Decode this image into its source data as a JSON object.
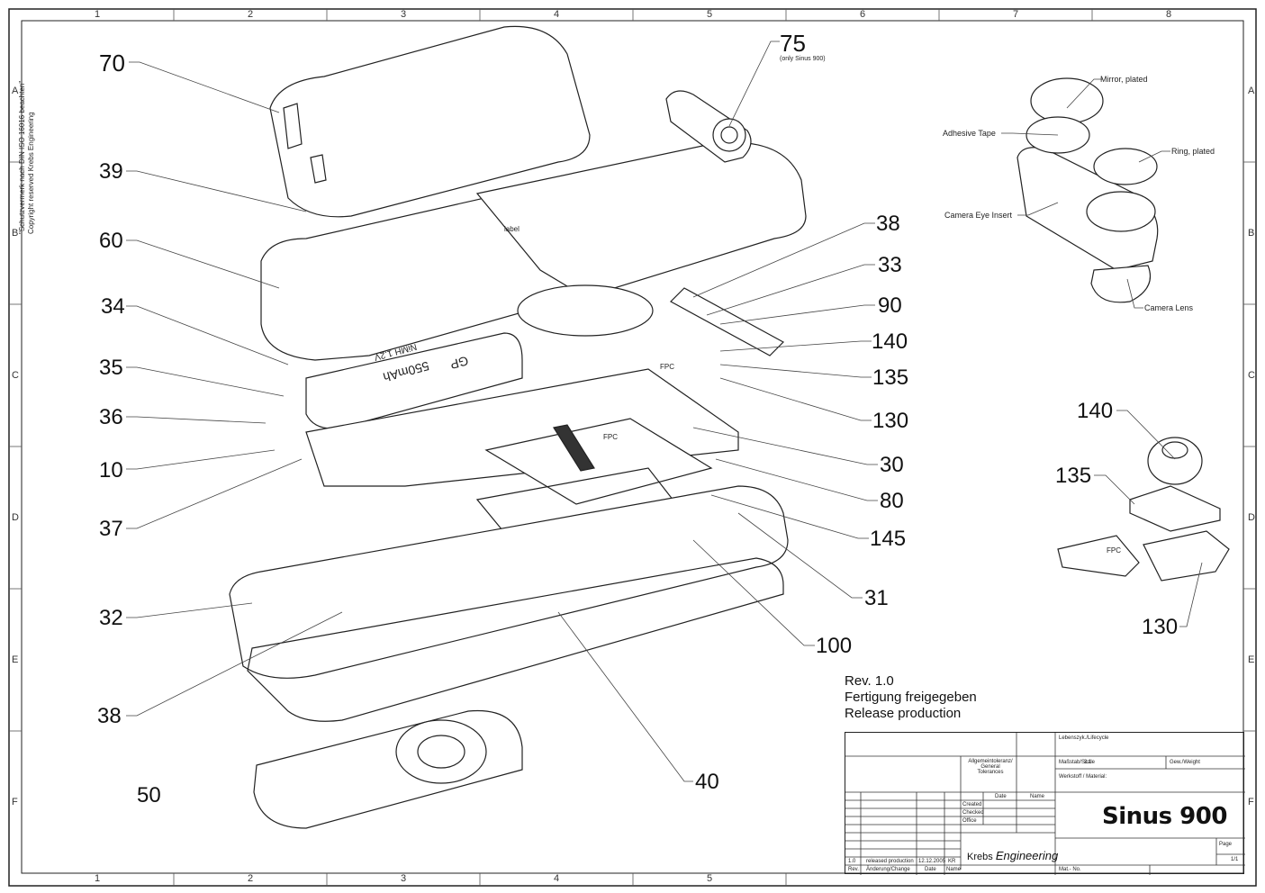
{
  "drawing": {
    "title": "Sinus 900",
    "company": "Krebs",
    "company_suffix": "Engineering",
    "side_note_line1": "\"Schutzvermerk nach DIN ISO 16016 beachten\"",
    "side_note_line2": "Copyright reserved Krebs Engineering",
    "rev_note": [
      "Rev. 1.0",
      "Fertigung freigegeben",
      "Release production"
    ]
  },
  "grid": {
    "columns_top": [
      "1",
      "2",
      "3",
      "4",
      "5",
      "6",
      "7",
      "8"
    ],
    "columns_bottom": [
      "1",
      "2",
      "3",
      "4",
      "5"
    ],
    "rows": [
      "A",
      "B",
      "C",
      "D",
      "E",
      "F"
    ]
  },
  "callouts": {
    "left": [
      "70",
      "39",
      "60",
      "34",
      "35",
      "36",
      "10",
      "37",
      "32",
      "38",
      "50"
    ],
    "right": [
      "38",
      "33",
      "90",
      "140",
      "135",
      "130",
      "30",
      "80",
      "145",
      "31",
      "100",
      "40"
    ],
    "top": {
      "number": "75",
      "note": "(only Sinus 900)"
    },
    "detail": [
      "140",
      "135",
      "130"
    ]
  },
  "inline_labels": {
    "label": "label",
    "fpc1": "FPC",
    "fpc2": "FPC",
    "fpc3": "FPC",
    "battery_brand": "GP",
    "battery_capacity": "550mAh",
    "battery_type": "NiMH 1.2V"
  },
  "camera_detail": {
    "labels": [
      "Mirror, plated",
      "Adhesive Tape",
      "Ring, plated",
      "Camera Eye Insert",
      "Camera Lens"
    ]
  },
  "title_block": {
    "lifecycle": "Lebenszyk./Lifecycle",
    "tolerances": "Allgemeintoleranz/ General Tolerances",
    "scale_label": "Maßstab/Scale",
    "scale_value": "3:1",
    "weight_label": "Gew./Weight",
    "material_label": "Werkstoff / Material:",
    "date_header": "Date",
    "name_header": "Name",
    "created": "Created",
    "checked": "Checked",
    "office": "Office",
    "page_label": "Page",
    "page_value": "1/1",
    "mat_no": "Mat.- No.",
    "revision_row": {
      "rev": "1.0",
      "change": "released production",
      "date": "12.12.2005",
      "name": "KR"
    },
    "revision_header": {
      "rev": "Rev.",
      "change": "Änderung/Change",
      "date": "Date",
      "name": "Name"
    }
  }
}
